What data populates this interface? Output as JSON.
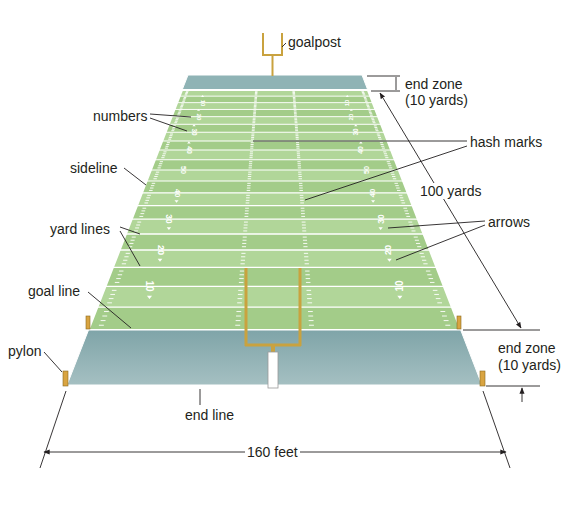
{
  "diagram": {
    "labels": [
      "goalpost",
      "end zone",
      "(10 yards)",
      "numbers",
      "hash marks",
      "sideline",
      "100 yards",
      "yard lines",
      "arrows",
      "goal line",
      "end zone",
      "(10 yards)",
      "pylon",
      "end line",
      "160 feet",
      "10",
      "20",
      "30",
      "40",
      "50",
      "40",
      "30",
      "20",
      "10",
      "10",
      "20",
      "30",
      "40",
      "50",
      "40",
      "30",
      "20",
      "10"
    ]
  }
}
